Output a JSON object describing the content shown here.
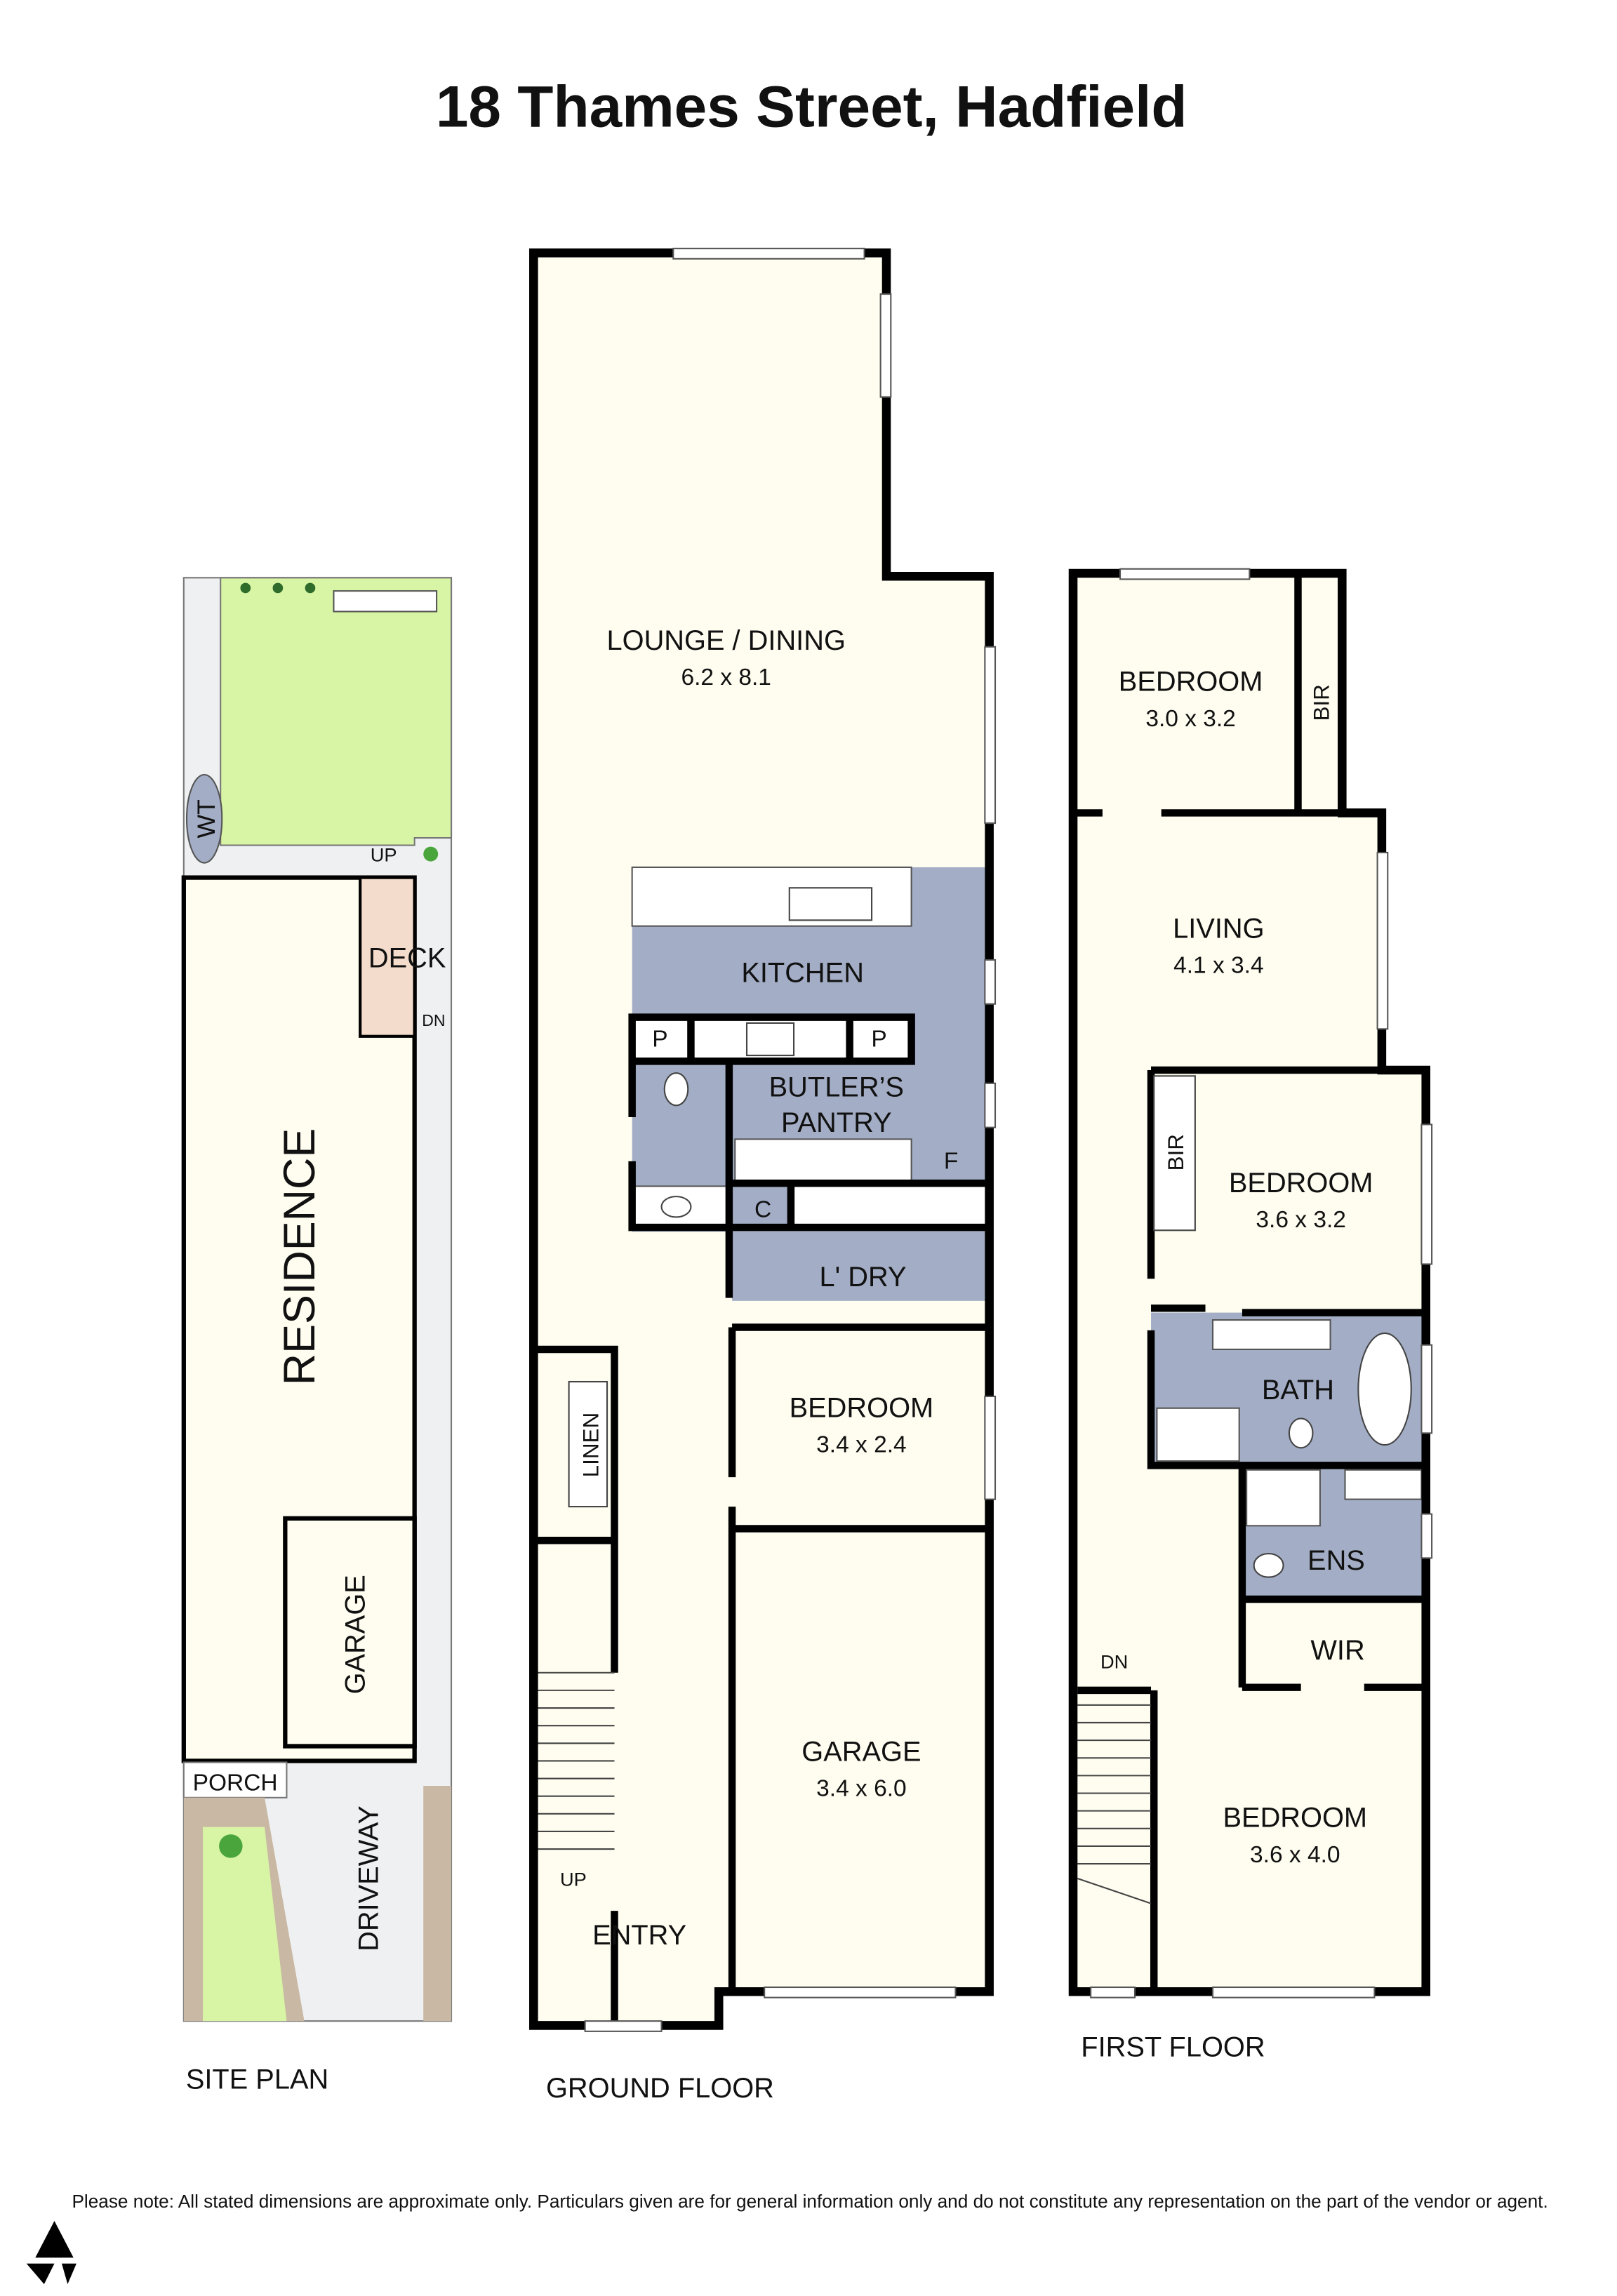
{
  "title": "18 Thames Street, Hadfield",
  "colors": {
    "floor": "#FFFDF0",
    "wet_area": "#A3AEC6",
    "lawn": "#D8F5A6",
    "deck": "#F3DCCB",
    "path": "#EEF0F1",
    "wall": "#000000"
  },
  "site_plan": {
    "label": "SITE PLAN",
    "residence": "RESIDENCE",
    "deck": "DECK",
    "garage": "GARAGE",
    "porch": "PORCH",
    "driveway": "DRIVEWAY",
    "water_tank": "WT",
    "up": "UP",
    "dn": "DN"
  },
  "ground_floor": {
    "label": "GROUND FLOOR",
    "rooms": {
      "lounge": {
        "name": "LOUNGE / DINING",
        "dim": "6.2 x 8.1"
      },
      "kitchen": {
        "name": "KITCHEN"
      },
      "pantry_line1": "BUTLER’S",
      "pantry_line2": "PANTRY",
      "p_left": "P",
      "p_right": "P",
      "fridge": "F",
      "cupboard": "C",
      "laundry": {
        "name": "L' DRY"
      },
      "bedroom": {
        "name": "BEDROOM",
        "dim": "3.4 x 2.4"
      },
      "linen": "LINEN",
      "garage": {
        "name": "GARAGE",
        "dim": "3.4 x 6.0"
      },
      "entry": "ENTRY",
      "up": "UP"
    }
  },
  "first_floor": {
    "label": "FIRST FLOOR",
    "rooms": {
      "bedroom1": {
        "name": "BEDROOM",
        "dim": "3.0 x 3.2"
      },
      "bir1": "BIR",
      "living": {
        "name": "LIVING",
        "dim": "4.1 x 3.4"
      },
      "bedroom2": {
        "name": "BEDROOM",
        "dim": "3.6 x 3.2"
      },
      "bir2": "BIR",
      "bath": "BATH",
      "ens": "ENS",
      "wir": "WIR",
      "bedroom3": {
        "name": "BEDROOM",
        "dim": "3.6 x 4.0"
      },
      "dn": "DN"
    }
  },
  "disclaimer": "Please note: All stated dimensions are approximate only. Particulars given are for general information only and do not constitute any representation on the part of the vendor or agent."
}
